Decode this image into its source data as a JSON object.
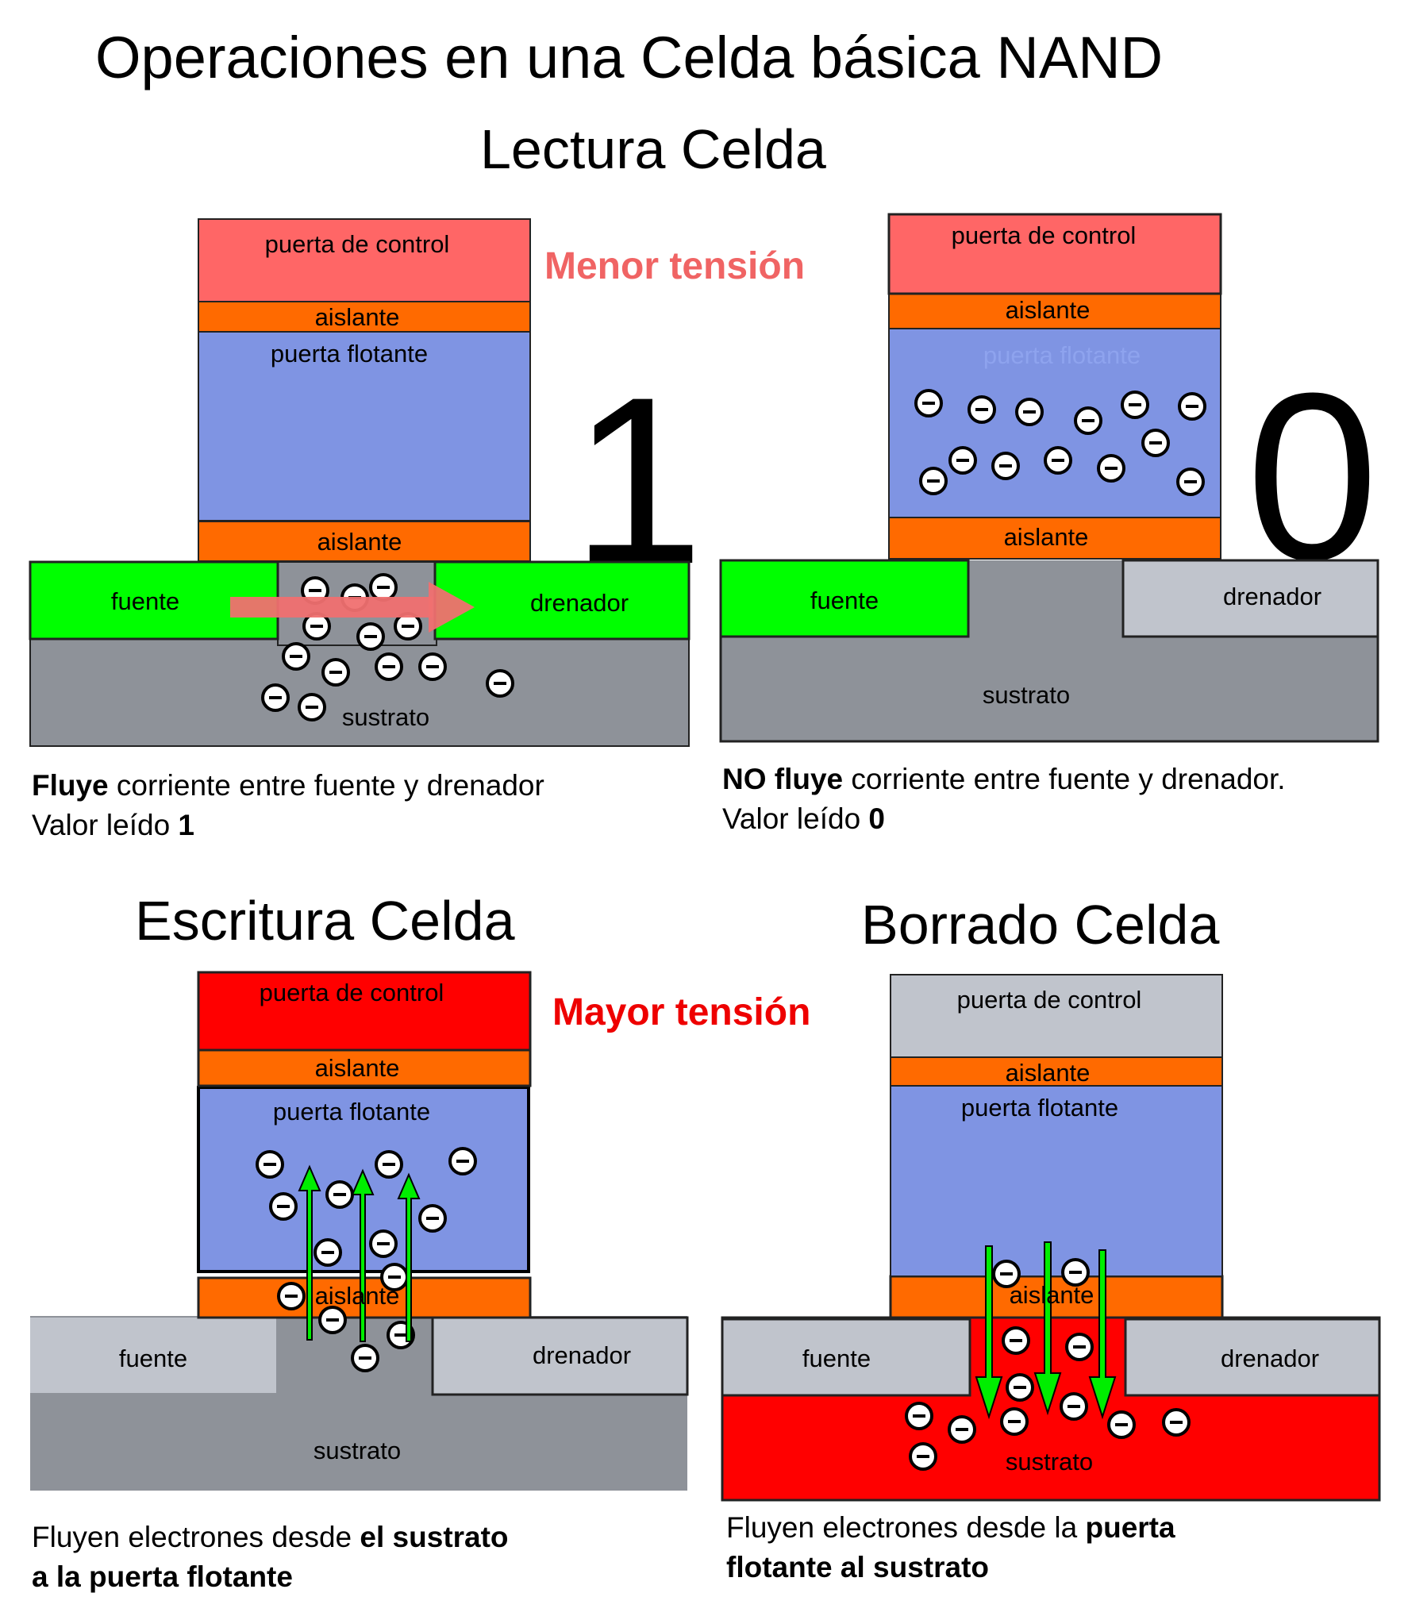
{
  "title": "Operaciones en una Celda básica NAND",
  "labels": {
    "control_gate": "puerta de control",
    "insulator": "aislante",
    "floating_gate": "puerta flotante",
    "source": "fuente",
    "drain": "drenador",
    "substrate": "sustrato"
  },
  "reading": {
    "title": "Lectura Celda",
    "tension": "Menor tensión",
    "cell_1": {
      "digit": "1",
      "caption_bold": "Fluye",
      "caption_rest": " corriente entre fuente y drenador",
      "value_prefix": "Valor leído ",
      "value": "1"
    },
    "cell_0": {
      "digit": "0",
      "caption_bold": "NO fluye",
      "caption_rest": " corriente entre fuente y drenador.",
      "value_prefix": "Valor leído ",
      "value": "0"
    }
  },
  "writing": {
    "title": "Escritura Celda",
    "tension": "Mayor tensión",
    "caption_line1_plain": "Fluyen electrones  desde ",
    "caption_line1_bold": "el sustrato",
    "caption_line2_bold": "a la puerta flotante"
  },
  "erasing": {
    "title": "Borrado Celda",
    "caption_line1_plain": "Fluyen electrones  desde la ",
    "caption_line1_bold": "puerta",
    "caption_line2_bold": "flotante al sustrato"
  },
  "colors": {
    "control_light": "#ff6666",
    "control_strong": "#ff0000",
    "control_inactive": "#c0c4cc",
    "insulator": "#ff6a00",
    "floating_gate": "#7f94e3",
    "source_drain_active": "#00ff00",
    "source_drain_inactive": "#c0c4cc",
    "substrate": "#8e9299",
    "substrate_erase": "#ff0000",
    "green_arrow": "#00ee00",
    "red_arrow": "#f07070",
    "menor_tension": "#f06464",
    "mayor_tension": "#ee0000"
  }
}
